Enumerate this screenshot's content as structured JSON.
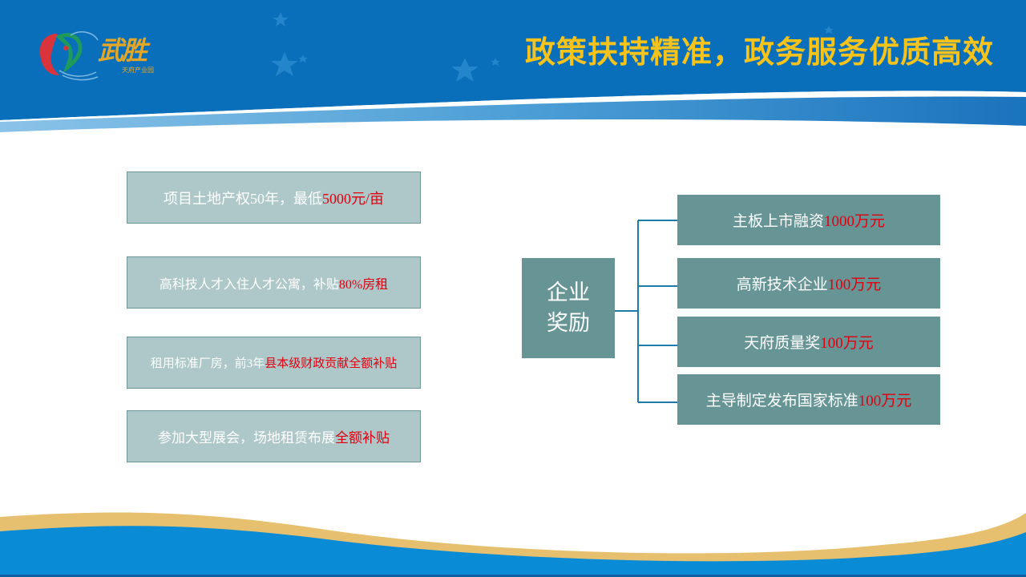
{
  "header": {
    "title": "政策扶持精准，政务服务优质高效",
    "logo": {
      "main_text": "武胜",
      "sub_text": "天府产业园"
    }
  },
  "policies": [
    {
      "text": "项目土地产权50年，最低",
      "highlight": "5000元/亩"
    },
    {
      "text": "高科技人才入住人才公寓，补贴",
      "highlight": "80%房租"
    },
    {
      "text": "租用标准厂房，前3年",
      "highlight": "县本级财政贡献全额补贴"
    },
    {
      "text": "参加大型展会，场地租赁布展",
      "highlight": "全额补贴"
    }
  ],
  "rewards": {
    "center_line1": "企业",
    "center_line2": "奖励",
    "items": [
      {
        "text": "主板上市融资",
        "highlight": "1000万元"
      },
      {
        "text": "高新技术企业",
        "highlight": "100万元"
      },
      {
        "text": "天府质量奖",
        "highlight": "100万元"
      },
      {
        "text": "主导制定发布国家标准",
        "highlight": "100万元"
      }
    ]
  },
  "colors": {
    "header_blue": "#0a6fba",
    "title_gold": "#f6c21c",
    "policy_box": "#aec8c9",
    "reward_box": "#679595",
    "highlight_red": "#e00010",
    "connector": "#1e7aa8",
    "footer_blue": "#0a8bd6",
    "footer_gold": "#e6c06e"
  }
}
